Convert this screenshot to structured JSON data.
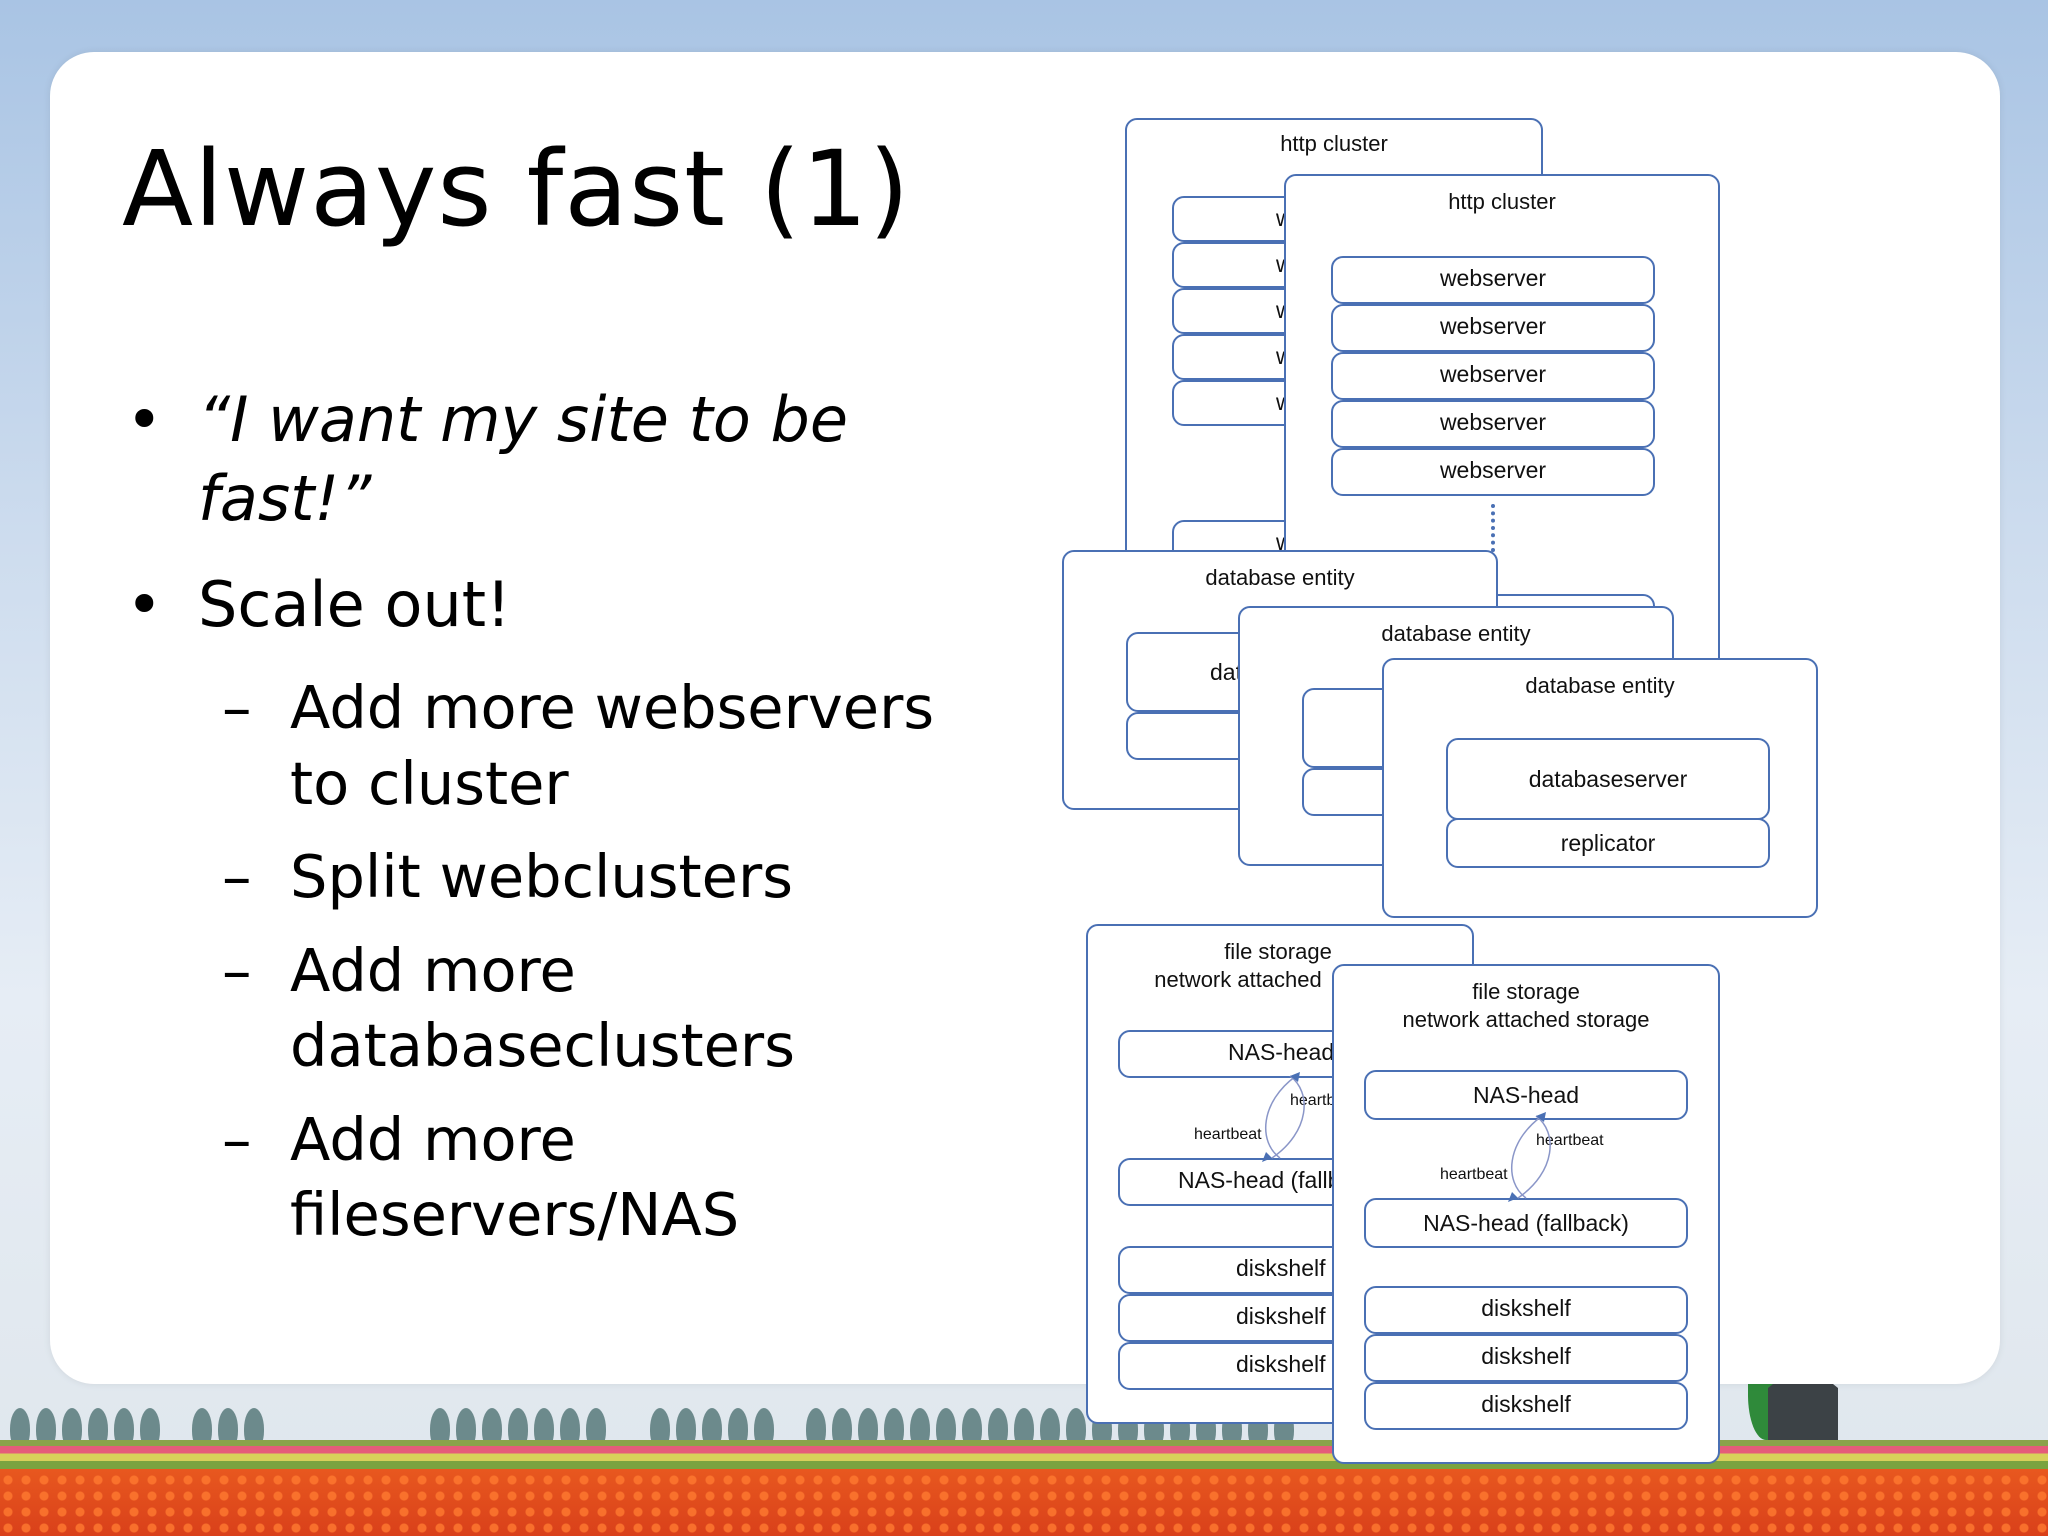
{
  "slide": {
    "title": "Always fast (1)",
    "bullets": [
      {
        "marker": "•",
        "text": "“I want my site to be fast!”"
      },
      {
        "marker": "•",
        "text": "Scale out!"
      }
    ],
    "subbullets": [
      {
        "marker": "–",
        "text": "Add more webservers to cluster"
      },
      {
        "marker": "–",
        "text": "Split webclusters"
      },
      {
        "marker": "–",
        "text": "Add more databaseclusters"
      },
      {
        "marker": "–",
        "text": "Add more fileservers/NAS"
      }
    ]
  },
  "diagram": {
    "http_back": {
      "title": "http cluster",
      "rows": [
        "w",
        "w",
        "w",
        "w",
        "w",
        "w"
      ]
    },
    "http_front": {
      "title": "http cluster",
      "rows": [
        "webserver",
        "webserver",
        "webserver",
        "webserver",
        "webserver"
      ]
    },
    "db_back": {
      "title": "database entity",
      "rows": [
        "dat",
        ""
      ]
    },
    "db_mid": {
      "title": "database entity",
      "rows": [
        "",
        ""
      ]
    },
    "db_front": {
      "title": "database entity",
      "server": "databaseserver",
      "replicator": "replicator"
    },
    "nas_back": {
      "title1": "file storage",
      "title2": "network attached",
      "head": "NAS-head",
      "fallback": "NAS-head (fallb",
      "hb_a": "heartb",
      "hb_b": "heartbeat",
      "shelves": [
        "diskshelf",
        "diskshelf",
        "diskshelf"
      ]
    },
    "nas_front": {
      "title1": "file storage",
      "title2": "network attached storage",
      "head": "NAS-head",
      "fallback": "NAS-head (fallback)",
      "hb_a": "heartbeat",
      "hb_b": "heartbeat",
      "shelves": [
        "diskshelf",
        "diskshelf",
        "diskshelf"
      ]
    }
  },
  "colors": {
    "diagram_border": "#4a70b4",
    "slide_bg": "#ffffff",
    "text": "#000000"
  }
}
